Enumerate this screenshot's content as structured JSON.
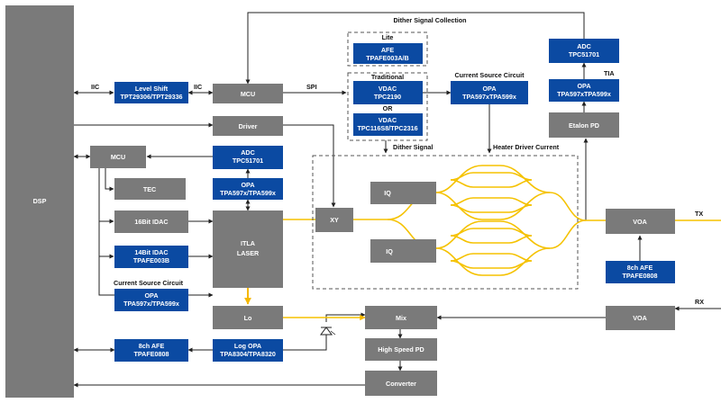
{
  "blocks": {
    "dsp": "DSP",
    "mcu_top": "MCU",
    "driver": "Driver",
    "mcu_left": "MCU",
    "tec": "TEC",
    "idac16": "16Bit IDAC",
    "itla_1": "ITLA",
    "itla_2": "LASER",
    "xy": "XY",
    "iq_top": "IQ",
    "iq_bottom": "IQ",
    "voa_tx": "VOA",
    "voa_rx": "VOA",
    "lo": "Lo",
    "mix": "Mix",
    "hspd": "High Speed PD",
    "converter": "Converter",
    "etalon": "Etalon PD"
  },
  "parts": {
    "level_shift_1": "Level Shift",
    "level_shift_2": "TPT29306/TPT29336",
    "afe_lite_1": "AFE",
    "afe_lite_2": "TPAFE003A/B",
    "vdac_trad_1": "VDAC",
    "vdac_trad_2": "TPC2190",
    "vdac_or_1": "VDAC",
    "vdac_or_2": "TPC116S8/TPC2316",
    "opa_cs_top_1": "OPA",
    "opa_cs_top_2": "TPA597xTPA599x",
    "adc_right_1": "ADC",
    "adc_right_2": "TPC51701",
    "opa_tia_1": "OPA",
    "opa_tia_2": "TPA597xTPA599x",
    "adc_mid_1": "ADC",
    "adc_mid_2": "TPC51701",
    "opa_mid_1": "OPA",
    "opa_mid_2": "TPA597x/TPA599x",
    "idac14_1": "14Bit IDAC",
    "idac14_2": "TPAFE003B",
    "opa_left_1": "OPA",
    "opa_left_2": "TPA597x/TPA599x",
    "afe8_left_1": "8ch AFE",
    "afe8_left_2": "TPAFE0808",
    "logopa_1": "Log OPA",
    "logopa_2": "TPA8304/TPA8320",
    "afe8_right_1": "8ch AFE",
    "afe8_right_2": "TPAFE0808"
  },
  "labels": {
    "dither_collection": "Dither Signal Collection",
    "lite": "Lite",
    "traditional": "Traditional",
    "or": "OR",
    "current_source_top": "Current Source Circuit",
    "tia": "TIA",
    "iic_1": "IIC",
    "iic_2": "IIC",
    "spi": "SPI",
    "dither_signal": "Dither Signal",
    "heater_current": "Heater Driver Current",
    "current_source_left": "Current Source Circuit",
    "tx": "TX",
    "rx": "RX"
  }
}
